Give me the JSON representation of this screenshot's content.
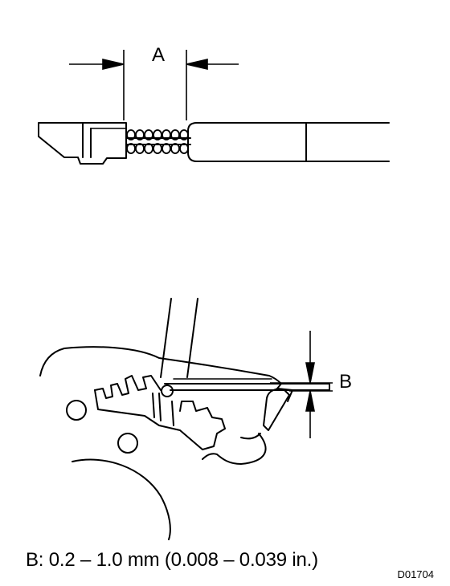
{
  "labels": {
    "dimension_a": "A",
    "dimension_b": "B"
  },
  "caption": "B: 0.2 – 1.0 mm (0.008 – 0.039 in.)",
  "figure_id": "D01704"
}
